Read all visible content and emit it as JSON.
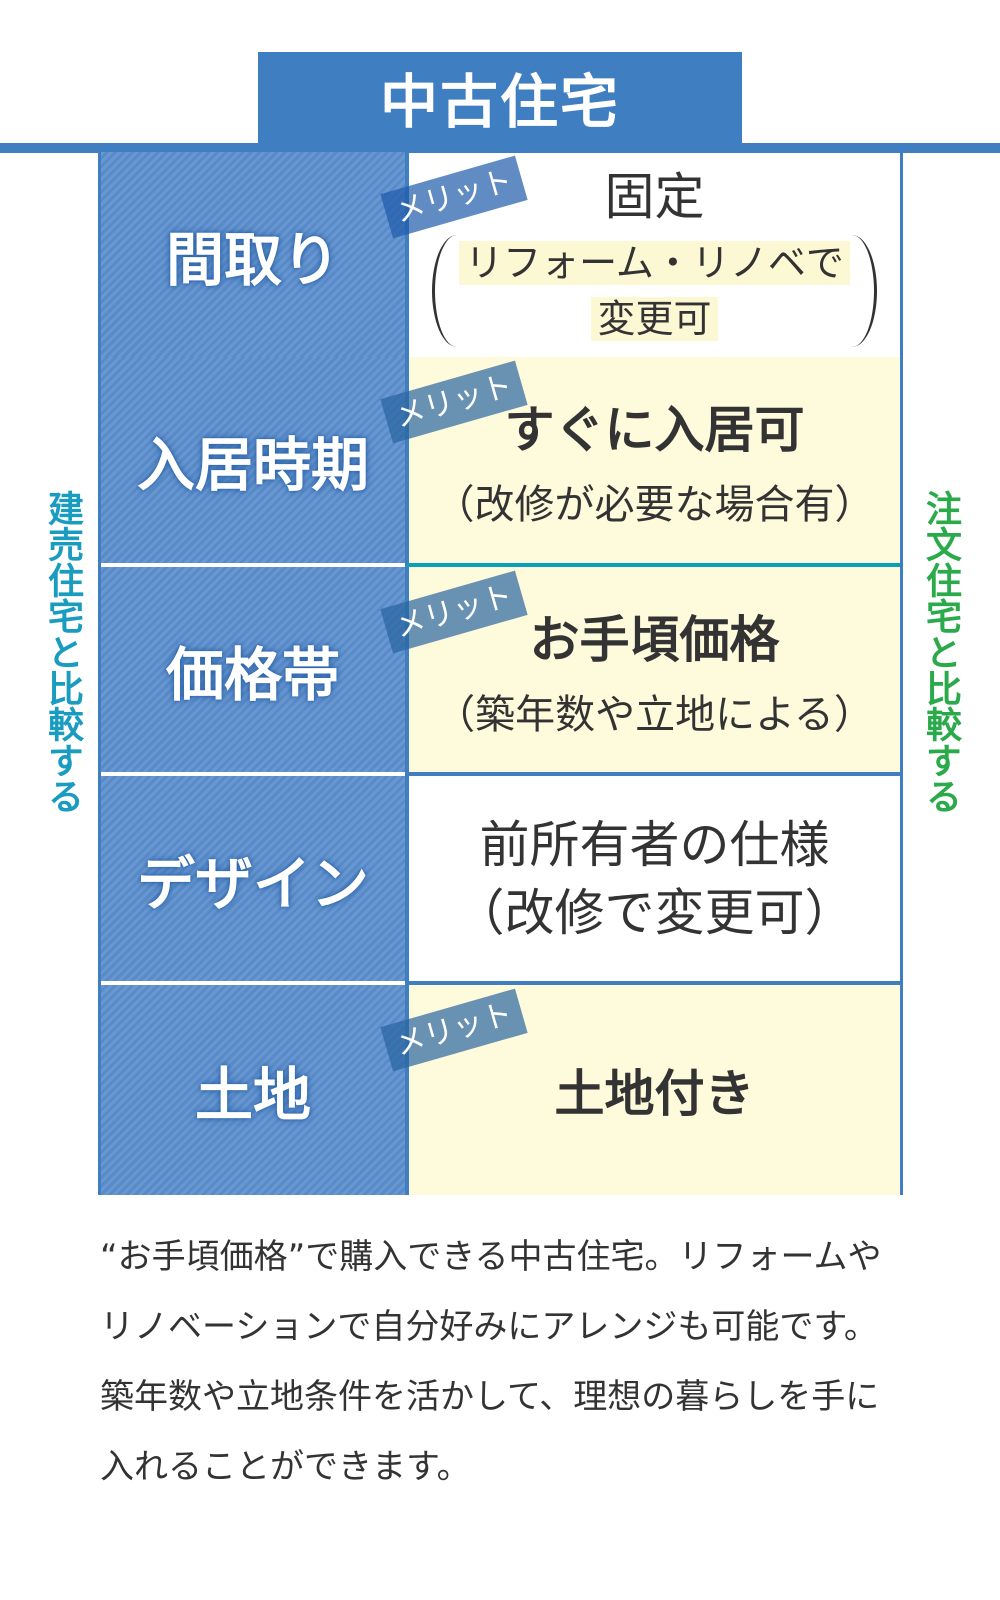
{
  "title": "中古住宅",
  "side_left": "建売住宅と比較する",
  "side_right": "注文住宅と比較する",
  "merit_label": "メリット",
  "rows": [
    {
      "label": "間取り",
      "main": "固定",
      "sub1": "リフォーム・リノベで",
      "sub2": "変更可",
      "merit": false
    },
    {
      "label": "入居時期",
      "main": "すぐに入居可",
      "sub": "（改修が必要な場合有）",
      "merit": true
    },
    {
      "label": "価格帯",
      "main": "お手頃価格",
      "sub": "（築年数や立地による）",
      "merit": true
    },
    {
      "label": "デザイン",
      "line1": "前所有者の仕様",
      "line2": "（改修で変更可）",
      "merit": false
    },
    {
      "label": "土地",
      "main": "土地付き",
      "merit": true
    }
  ],
  "description": "“お手頃価格”で購入できる中古住宅。リフォームやリノベーションで自分好みにアレンジも可能です。築年数や立地条件を活かして、理想の暮らしを手に入れることができます。",
  "colors": {
    "header": "#3f7fc1",
    "highlight": "#fefbdc",
    "left_side": "#1a9cc0",
    "right_side": "#2aaa4a"
  }
}
